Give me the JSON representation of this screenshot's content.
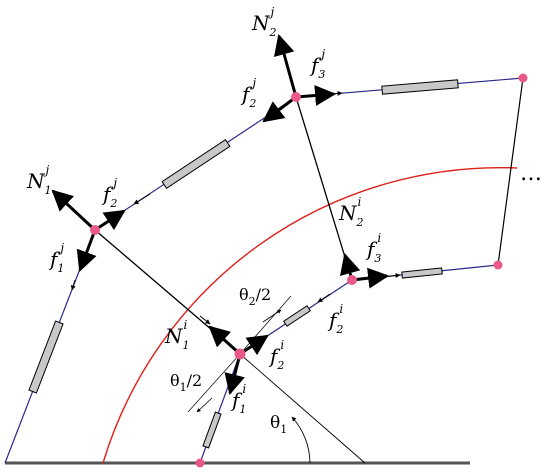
{
  "labels": {
    "N2j": {
      "base": "N",
      "sub": "2",
      "sup": "j"
    },
    "f3j": {
      "base": "f",
      "sub": "3",
      "sup": "j"
    },
    "f2j_upper": {
      "base": "f",
      "sub": "2",
      "sup": "j"
    },
    "N1j": {
      "base": "N",
      "sub": "1",
      "sup": "j"
    },
    "f2j_left": {
      "base": "f",
      "sub": "2",
      "sup": "j"
    },
    "f1j": {
      "base": "f",
      "sub": "1",
      "sup": "j"
    },
    "N2i": {
      "base": "N",
      "sub": "2",
      "sup": "i"
    },
    "f3i": {
      "base": "f",
      "sub": "3",
      "sup": "i"
    },
    "f2i_right": {
      "base": "f",
      "sub": "2",
      "sup": "i"
    },
    "N1i": {
      "base": "N",
      "sub": "1",
      "sup": "i"
    },
    "f2i_center": {
      "base": "f",
      "sub": "2",
      "sup": "i"
    },
    "f1i": {
      "base": "f",
      "sub": "1",
      "sup": "i"
    },
    "theta2_half": {
      "base": "θ",
      "sub": "2",
      "tail": "/2"
    },
    "theta1_half": {
      "base": "θ",
      "sub": "1",
      "tail": "/2"
    },
    "theta1": {
      "base": "θ",
      "sub": "1"
    }
  },
  "ellipsis": "…",
  "colors": {
    "ink": "#000000",
    "arc": "#e0201a",
    "rod": "#2b2a8c",
    "node": "#e8598a",
    "spring_fill": "#c8c8c8"
  }
}
